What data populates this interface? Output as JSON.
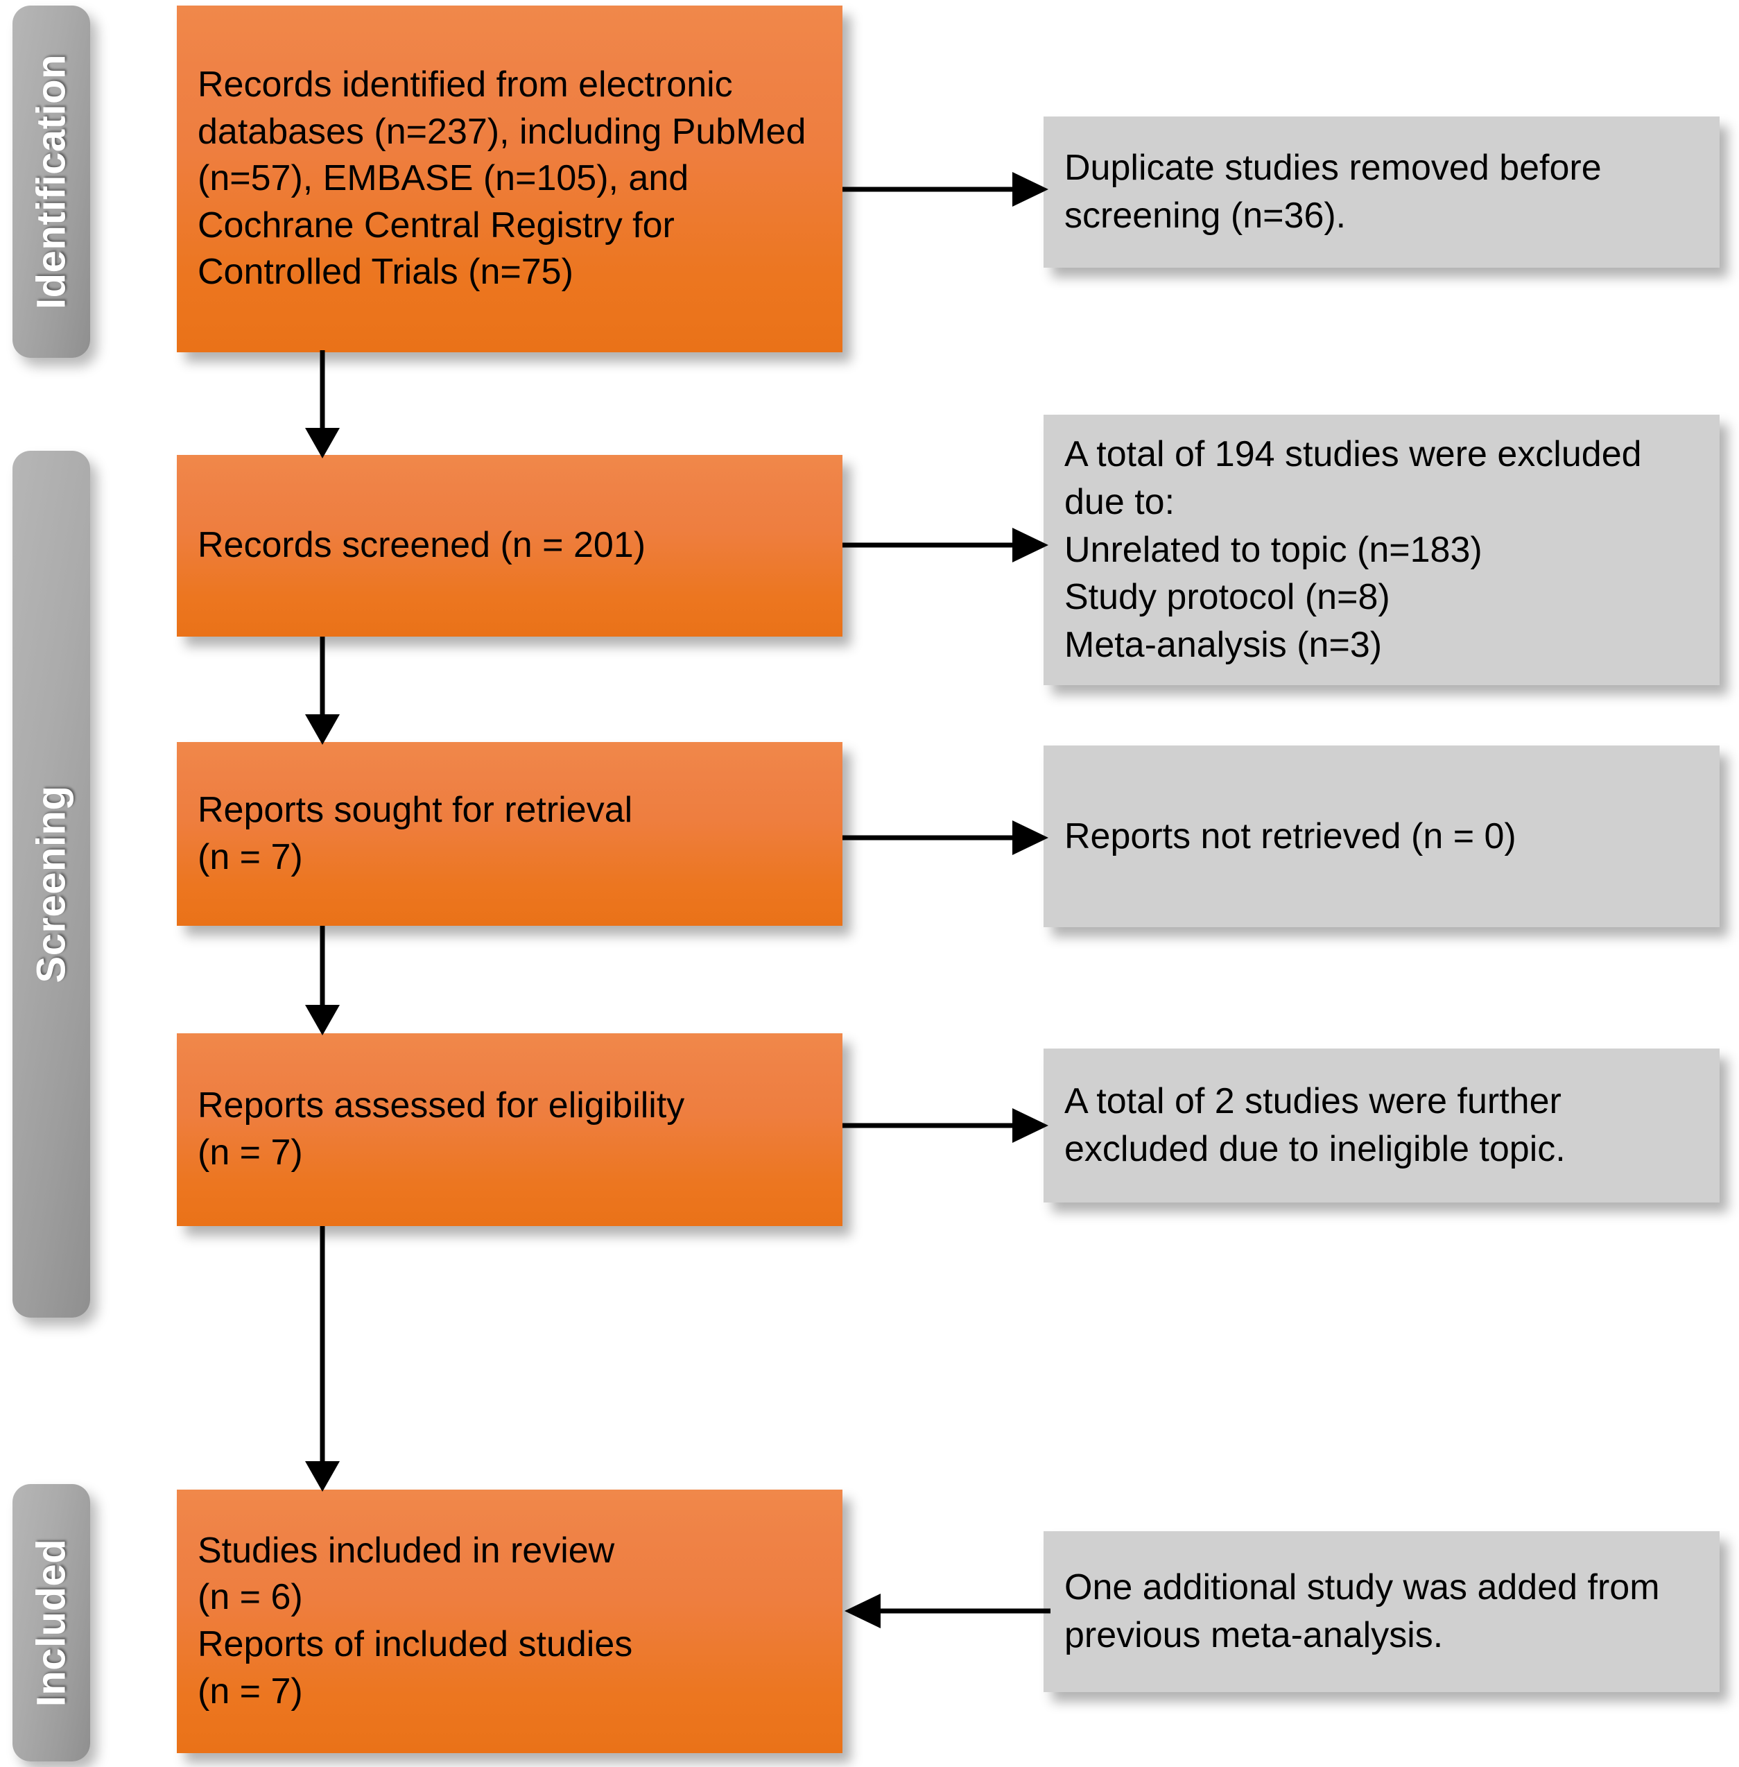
{
  "diagram": {
    "title": "PRISMA flow diagram",
    "colors": {
      "box_orange_top": "#f0884a",
      "box_orange_bottom": "#ea7218",
      "box_gray": "#d0d0d0",
      "stage_bar_gray": "#a8a8a8",
      "stage_label_text": "#ffffff",
      "box_text": "#000000",
      "connector": "#000000",
      "background": "#ffffff"
    }
  },
  "stages": [
    {
      "id": "identification",
      "label": "Identification"
    },
    {
      "id": "screening",
      "label": "Screening"
    },
    {
      "id": "included",
      "label": "Included"
    }
  ],
  "flow_boxes": [
    {
      "id": "records-identified",
      "stage": "identification",
      "text": "Records identified from electronic databases (n=237), including PubMed (n=57), EMBASE (n=105), and Cochrane Central Registry for Controlled Trials (n=75)"
    },
    {
      "id": "records-screened",
      "stage": "screening",
      "text": "Records screened (n = 201)"
    },
    {
      "id": "reports-sought",
      "stage": "screening",
      "text": "Reports sought for retrieval\n(n = 7)"
    },
    {
      "id": "reports-assessed",
      "stage": "screening",
      "text": "Reports assessed for eligibility\n(n = 7)"
    },
    {
      "id": "studies-included",
      "stage": "included",
      "text": "Studies included in review\n(n = 6)\nReports of included studies\n(n = 7)"
    }
  ],
  "side_boxes": [
    {
      "id": "duplicates-removed",
      "text": "Duplicate studies removed before screening (n=36)."
    },
    {
      "id": "records-excluded",
      "text": "A total of 194 studies were excluded due to:\n   Unrelated to topic (n=183)\n   Study protocol (n=8)\n   Meta-analysis (n=3)"
    },
    {
      "id": "reports-not-retrieved",
      "text": "Reports not retrieved (n = 0)"
    },
    {
      "id": "reports-excluded",
      "text": "A total of 2 studies were further excluded due to ineligible topic."
    },
    {
      "id": "additional-study-added",
      "text": "One additional study was added from previous meta-analysis."
    }
  ],
  "counts": {
    "identified_total": 237,
    "pubmed": 57,
    "embase": 105,
    "cochrane_central": 75,
    "duplicates_removed": 36,
    "screened": 201,
    "excluded_total": 194,
    "unrelated_to_topic": 183,
    "study_protocol": 8,
    "meta_analysis": 3,
    "sought_for_retrieval": 7,
    "not_retrieved": 0,
    "assessed_for_eligibility": 7,
    "further_excluded": 2,
    "studies_included": 6,
    "reports_included": 7
  },
  "connectors": [
    {
      "id": "identified-to-screened",
      "direction": "down"
    },
    {
      "id": "identified-to-duplicates",
      "direction": "right"
    },
    {
      "id": "screened-to-excluded",
      "direction": "right"
    },
    {
      "id": "screened-to-sought",
      "direction": "down"
    },
    {
      "id": "sought-to-not-retrieved",
      "direction": "right"
    },
    {
      "id": "sought-to-assessed",
      "direction": "down"
    },
    {
      "id": "assessed-to-excluded",
      "direction": "right"
    },
    {
      "id": "assessed-to-included",
      "direction": "down"
    },
    {
      "id": "additional-study-to-included",
      "direction": "left"
    }
  ]
}
